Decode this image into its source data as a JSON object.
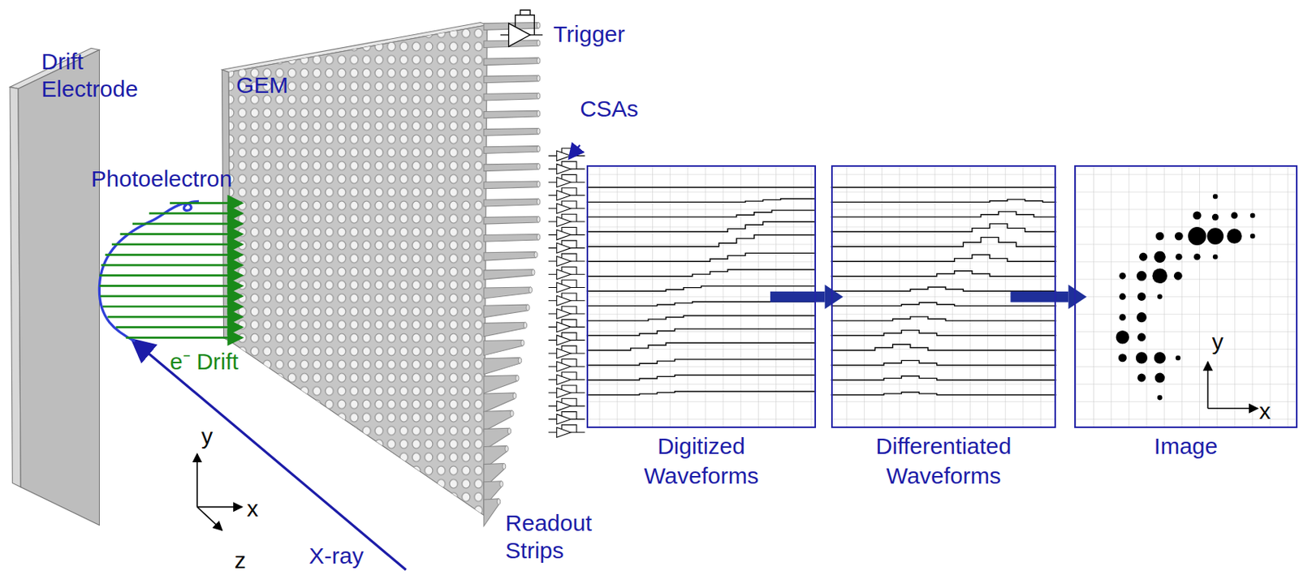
{
  "diagram": {
    "nodes": [
      {
        "text": [
          "Digitized Waveforms"
        ]
      },
      {
        "text": [
          "Differentiated Waveforms"
        ]
      },
      {
        "text": [
          "Image"
        ]
      }
    ],
    "edges": [
      {
        "from": 0,
        "to": 1,
        "arrow": "to"
      },
      {
        "from": 1,
        "to": 2,
        "arrow": "to"
      }
    ],
    "labels": [
      "Drift Electrode",
      "GEM",
      "Photoelectron",
      "e⁻ Drift",
      "Trigger",
      "CSAs",
      "Readout Strips",
      "X-ray",
      "y",
      "x",
      "z",
      "y",
      "x"
    ]
  }
}
